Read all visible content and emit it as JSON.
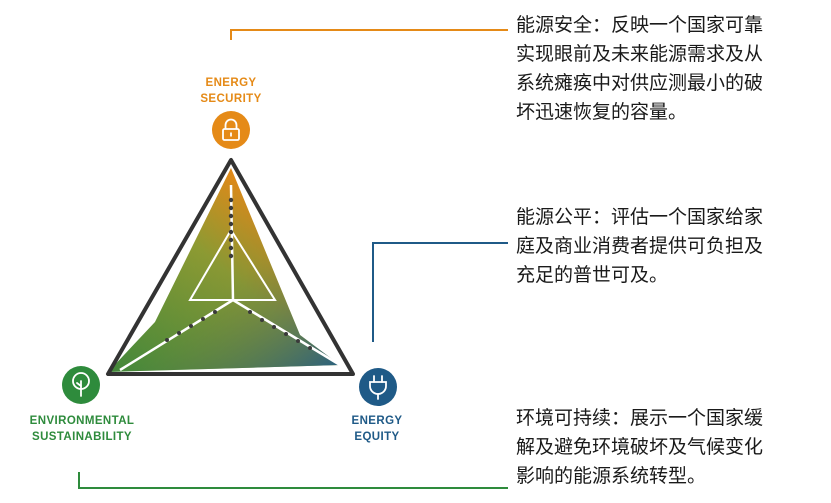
{
  "nodes": {
    "security": {
      "label_lines": [
        "ENERGY",
        "SECURITY"
      ],
      "color": "#E58A17",
      "icon": "padlock-icon",
      "description": "能源安全：反映一个国家可靠\n实现眼前及未来能源需求及从\n系统瘫痪中对供应测最小的破\n坏迅速恢复的容量。"
    },
    "equity": {
      "label_lines": [
        "ENERGY",
        "EQUITY"
      ],
      "color": "#1F5A87",
      "icon": "power-plug-icon",
      "description": "能源公平：评估一个国家给家\n庭及商业消费者提供可负担及\n充足的普世可及。"
    },
    "sustainability": {
      "label_lines": [
        "ENVIRONMENTAL",
        "SUSTAINABILITY"
      ],
      "color": "#2E8B3C",
      "icon": "tree-icon",
      "description": "环境可持续：展示一个国家缓\n解及避免环境破坏及气候变化\n影响的能源系统转型。"
    }
  },
  "triangle_color": "#333333"
}
